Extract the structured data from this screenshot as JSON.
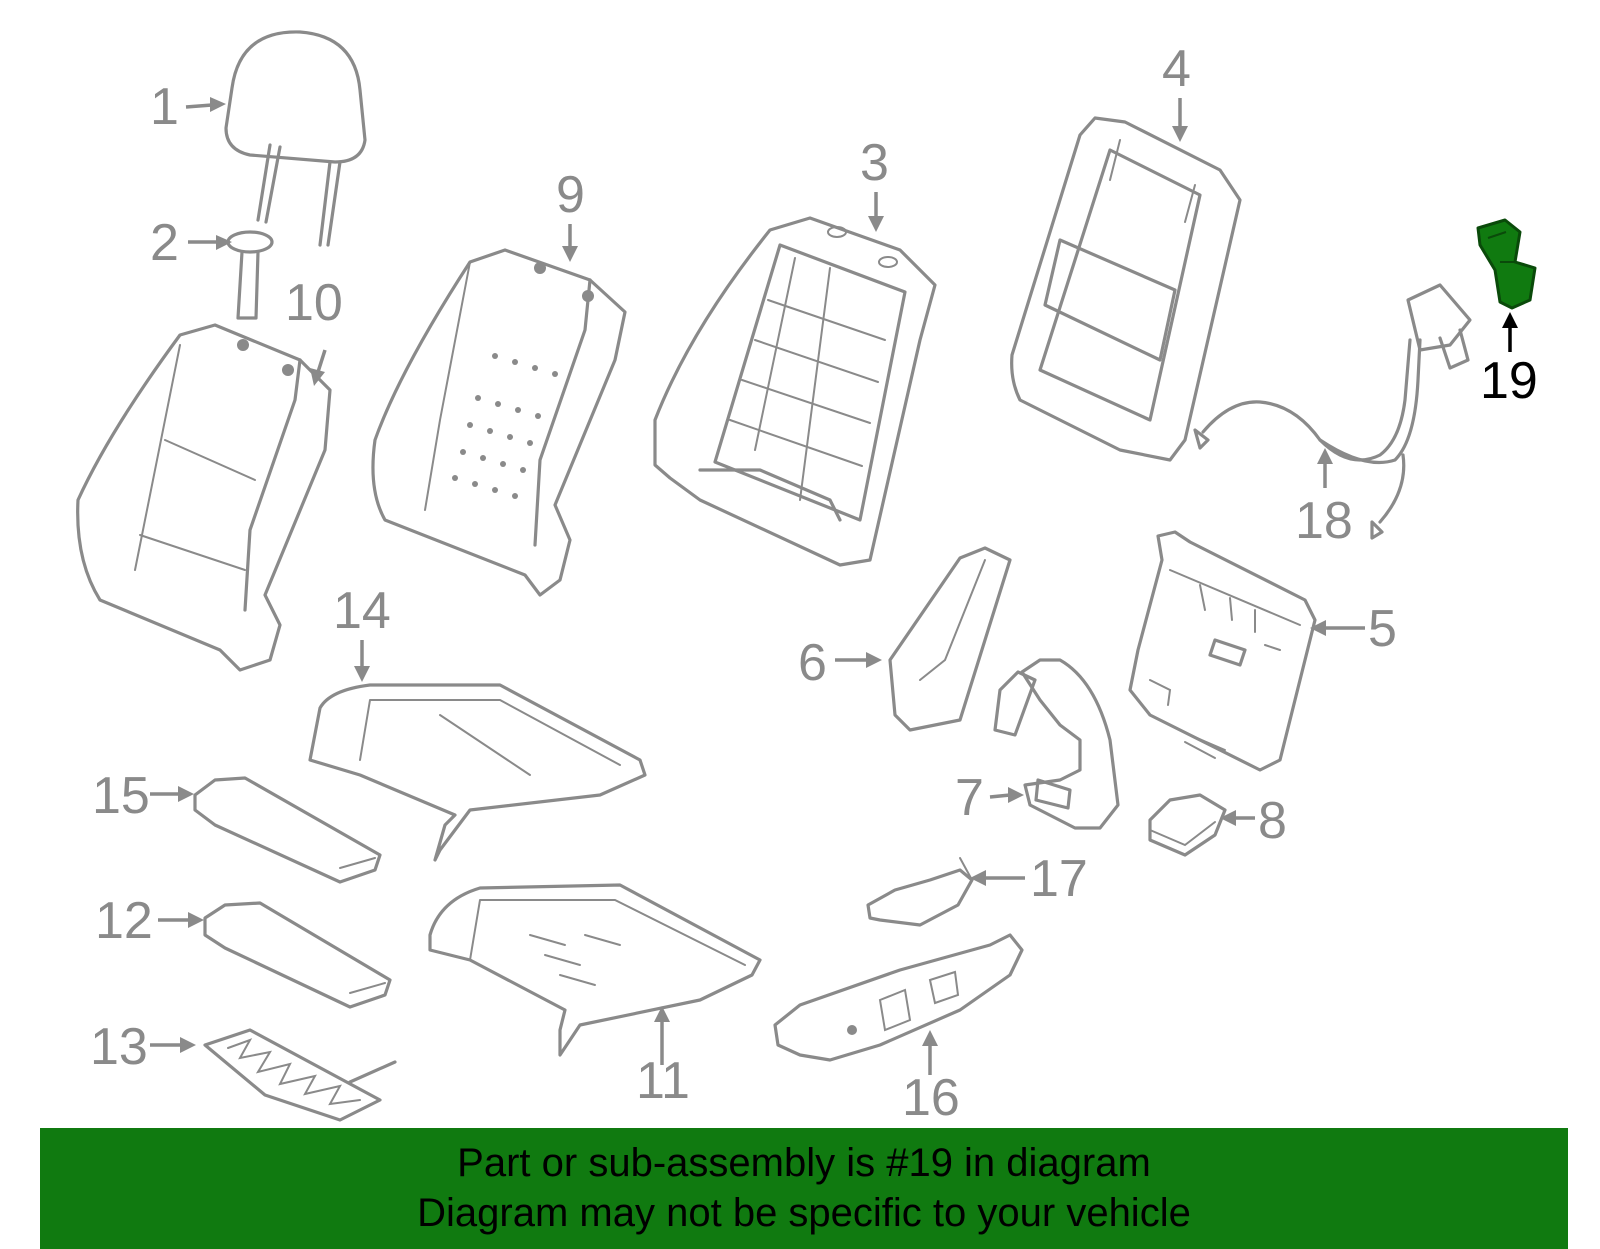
{
  "diagram": {
    "highlight_color": "#107a10",
    "line_color": "#8a8a8a",
    "highlighted_part": "19",
    "callouts": [
      {
        "id": "c1",
        "label": "1"
      },
      {
        "id": "c2",
        "label": "2"
      },
      {
        "id": "c3",
        "label": "3"
      },
      {
        "id": "c4",
        "label": "4"
      },
      {
        "id": "c5",
        "label": "5"
      },
      {
        "id": "c6",
        "label": "6"
      },
      {
        "id": "c7",
        "label": "7"
      },
      {
        "id": "c8",
        "label": "8"
      },
      {
        "id": "c9",
        "label": "9"
      },
      {
        "id": "c10",
        "label": "10"
      },
      {
        "id": "c11",
        "label": "11"
      },
      {
        "id": "c12",
        "label": "12"
      },
      {
        "id": "c13",
        "label": "13"
      },
      {
        "id": "c14",
        "label": "14"
      },
      {
        "id": "c15",
        "label": "15"
      },
      {
        "id": "c16",
        "label": "16"
      },
      {
        "id": "c17",
        "label": "17"
      },
      {
        "id": "c18",
        "label": "18"
      },
      {
        "id": "c19",
        "label": "19"
      }
    ]
  },
  "banner": {
    "line1": "Part or sub-assembly is #19 in diagram",
    "line2": "Diagram may not be specific to your vehicle",
    "background": "#107a10"
  }
}
